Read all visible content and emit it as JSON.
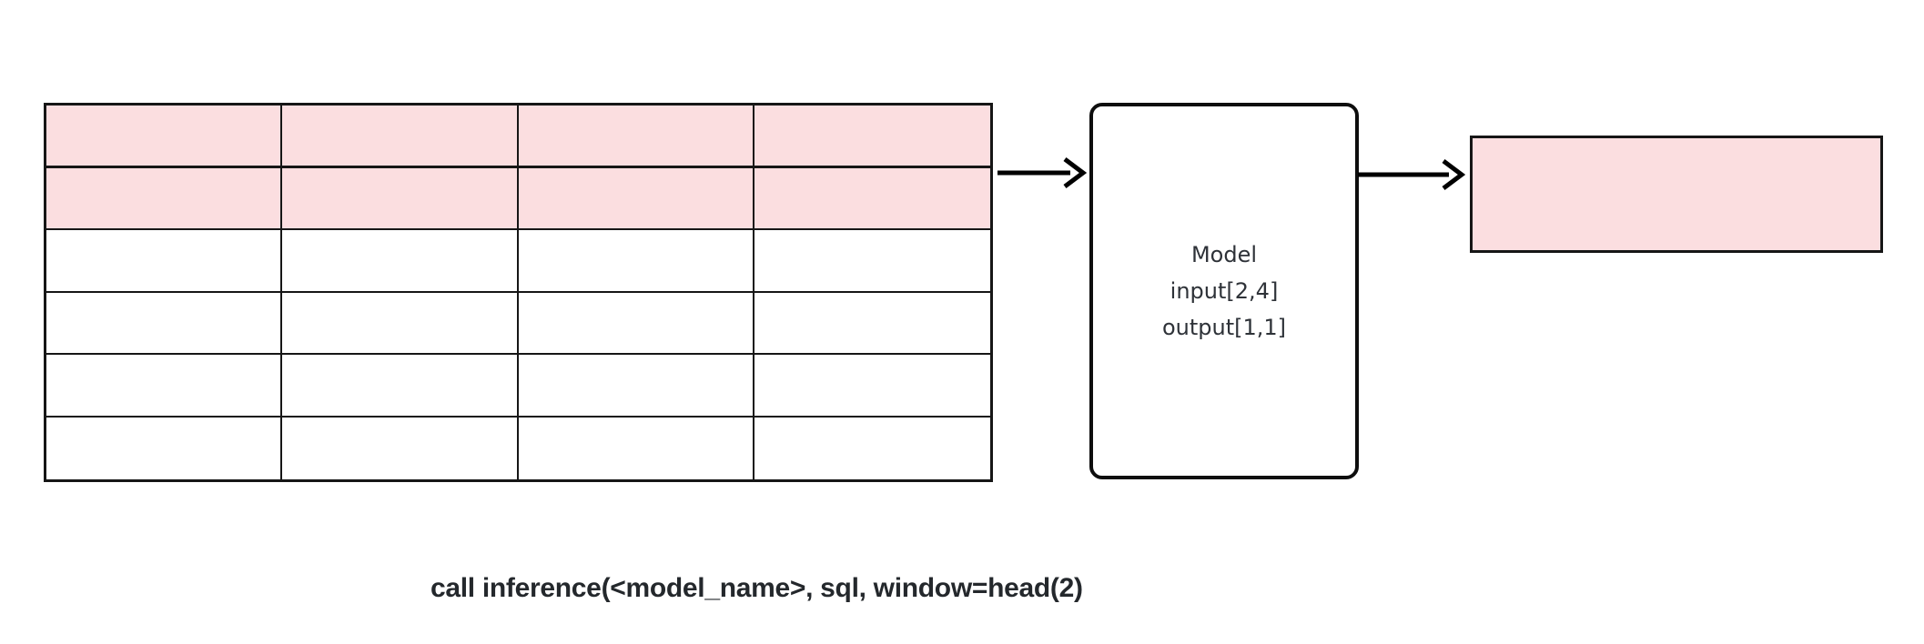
{
  "table": {
    "rows": 6,
    "cols": 4,
    "highlighted_rows": 2
  },
  "model_box": {
    "lines": [
      "Model",
      "input[2,4]",
      "output[1,1]"
    ]
  },
  "output_box": {
    "label": ""
  },
  "caption": {
    "text": "call inference(<model_name>, sql, window=head(2)"
  },
  "icons": {
    "arrow_right": "→"
  },
  "colors": {
    "highlight_pink": "#fbdee0",
    "line": "#161616",
    "arrow": "#000000",
    "model_text": "#2e3238"
  }
}
